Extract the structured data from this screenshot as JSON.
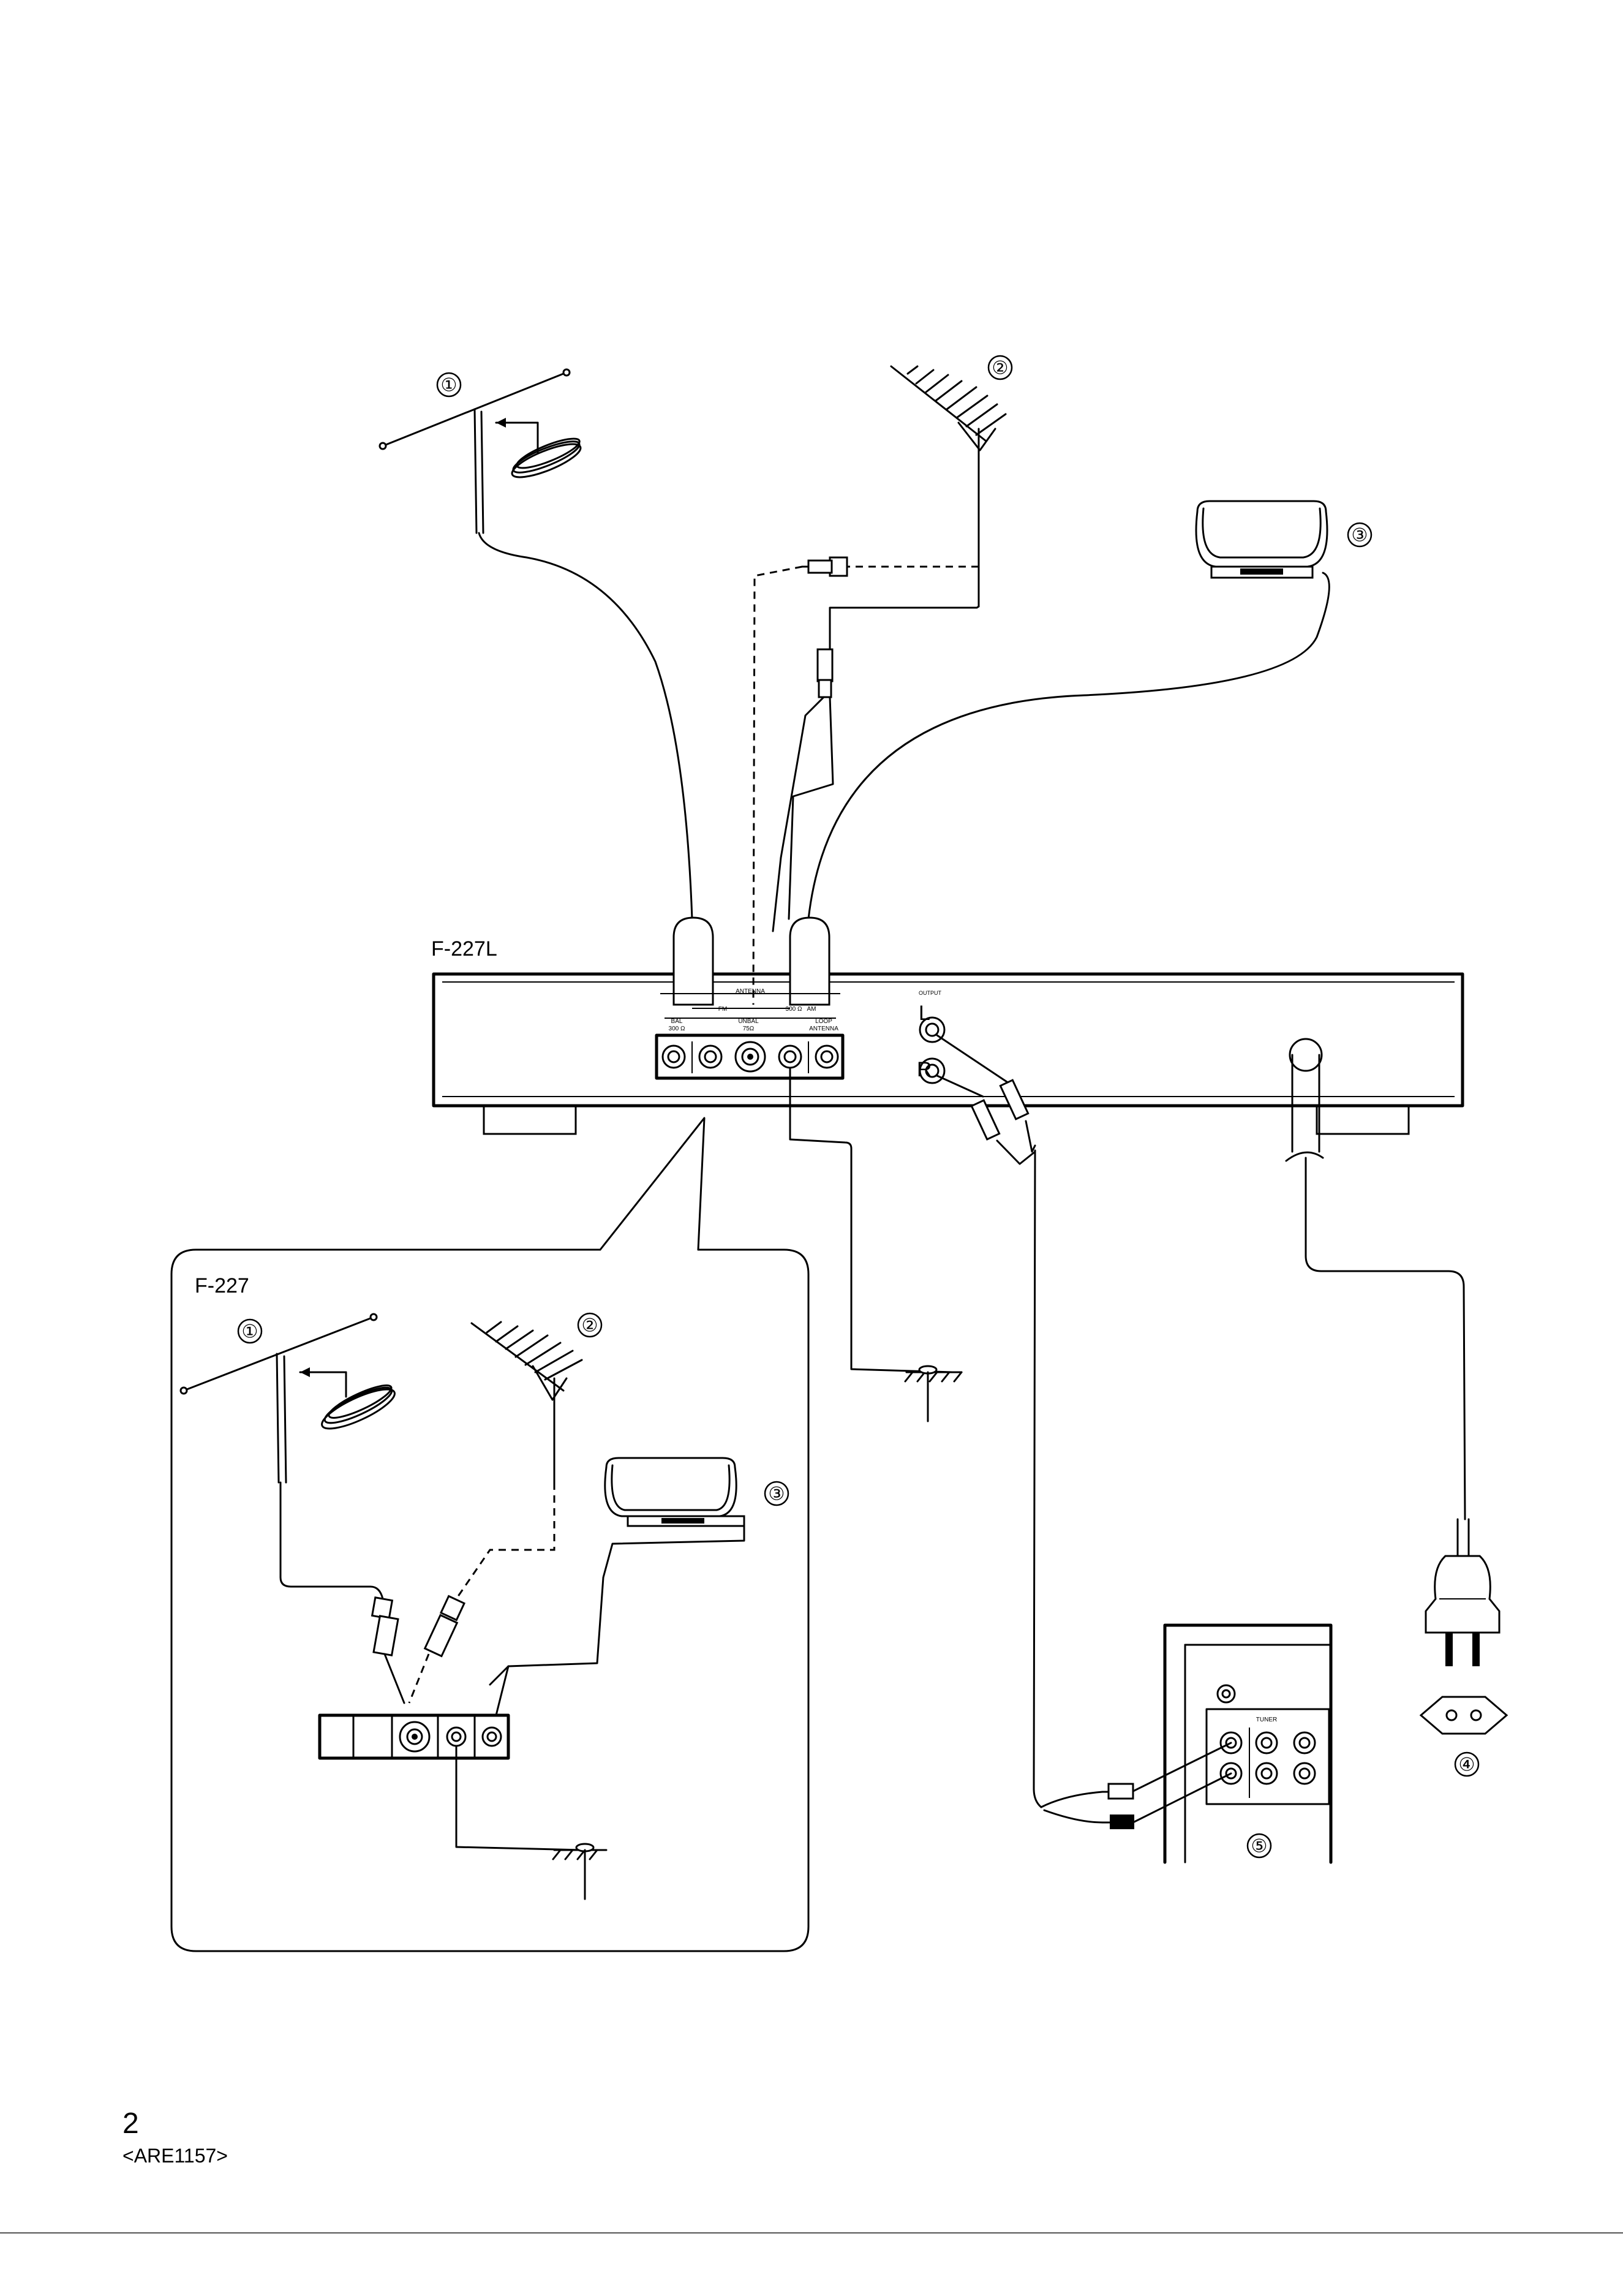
{
  "model_labels": {
    "main": "F-227L",
    "inset": "F-227"
  },
  "callouts": {
    "fm_wire_antenna": "①",
    "fm_outdoor_antenna": "②",
    "am_loop_antenna": "③",
    "power_plug": "④",
    "amplifier": "⑤"
  },
  "rear_panel": {
    "antenna_header": "ANTENNA",
    "fm_label": "FM",
    "bal_label": "BAL",
    "bal_impedance": "300 Ω",
    "unbal_label": "UNBAL",
    "unbal_impedance": "75Ω",
    "am_impedance": "300 Ω",
    "am_label": "AM",
    "loop_label": "LOOP",
    "loop_antenna_label": "ANTENNA",
    "output_label": "OUTPUT",
    "output_l": "L",
    "output_r": "R"
  },
  "amplifier_panel": {
    "tuner_label": "TUNER"
  },
  "footer": {
    "page_number": "2",
    "doc_code": "<ARE1157>"
  }
}
